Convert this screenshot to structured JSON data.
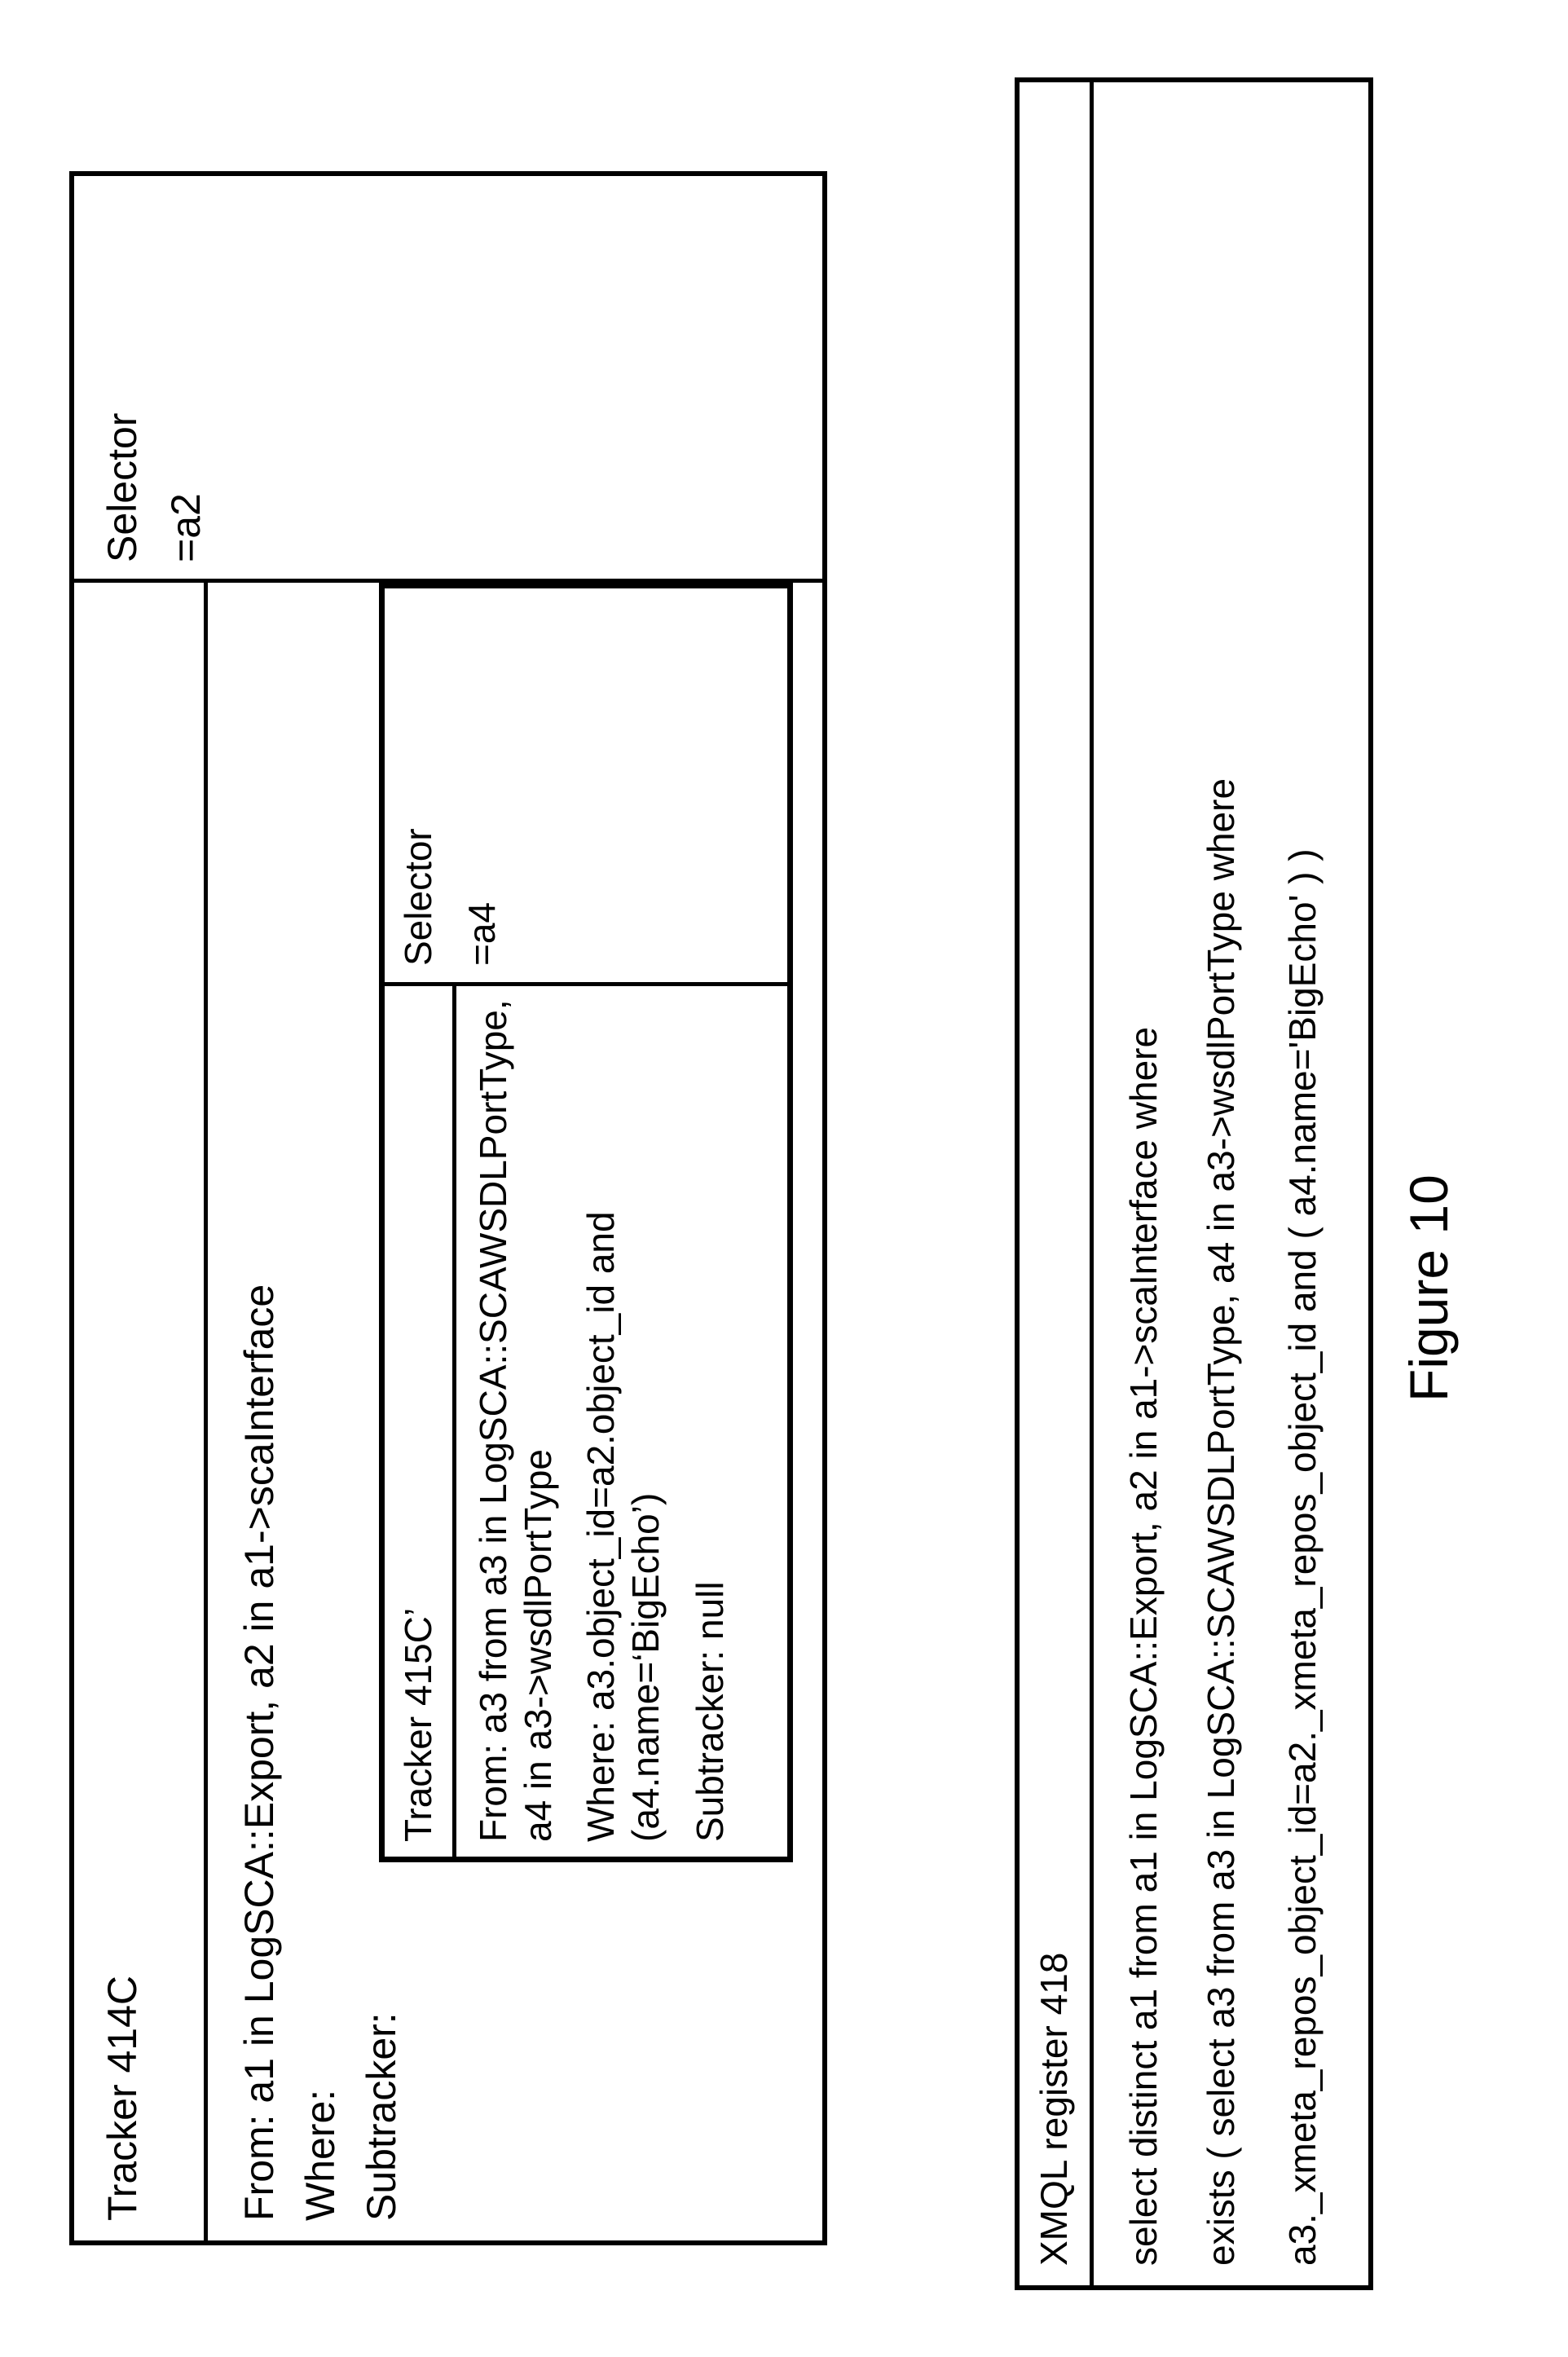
{
  "tracker_414c": {
    "title": "Tracker 414C",
    "from": "From: a1 in LogSCA::Export, a2 in a1->scaInterface",
    "where": "Where:",
    "subtracker": "Subtracker:",
    "selector_label": "Selector",
    "selector_value": "=a2"
  },
  "tracker_415c": {
    "title": "Tracker 415C’",
    "from": "From: a3 from a3 in LogSCA::SCAWSDLPortType,\na4 in a3->wsdlPortType",
    "where": "Where: a3.object_id=a2.object_id and\n(a4.name=‘BigEcho’)",
    "subtracker": "Subtracker: null",
    "selector_label": "Selector",
    "selector_value": "=a4"
  },
  "xmql_register_418": {
    "title": "XMQL register 418",
    "lines": [
      "select distinct a1 from a1 in LogSCA::Export, a2 in a1->scaInterface where",
      "exists ( select a3 from a3 in LogSCA::SCAWSDLPortType, a4 in a3->wsdlPortType where",
      "a3._xmeta_repos_object_id=a2._xmeta_repos_object_id and ( a4.name='BigEcho' ) )"
    ]
  },
  "figure_caption": "Figure 10"
}
